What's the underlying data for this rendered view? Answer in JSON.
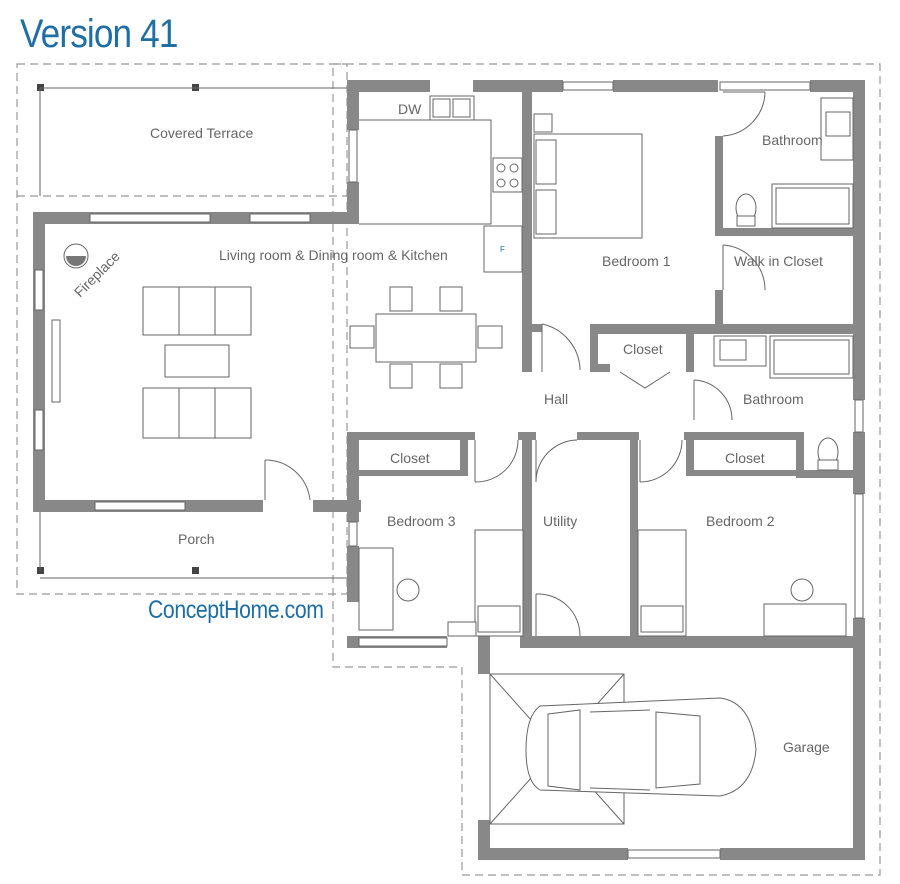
{
  "header": {
    "title": "Version 41"
  },
  "footer": {
    "brand": "ConceptHome.com"
  },
  "rooms": {
    "covered_terrace": "Covered Terrace",
    "living": "Living room & Dining room & Kitchen",
    "fireplace": "Fireplace",
    "porch": "Porch",
    "dw": "DW",
    "fridge": "F",
    "bedroom1": "Bedroom 1",
    "bathroom1": "Bathroom",
    "walk_in_closet": "Walk in Closet",
    "closet_hall": "Closet",
    "hall": "Hall",
    "bathroom2": "Bathroom",
    "closet3": "Closet",
    "closet2": "Closet",
    "bedroom3": "Bedroom 3",
    "utility": "Utility",
    "bedroom2": "Bedroom 2",
    "garage": "Garage"
  },
  "colors": {
    "brand_blue": "#1f6fa5",
    "wall": "#888888",
    "line": "#666666"
  }
}
